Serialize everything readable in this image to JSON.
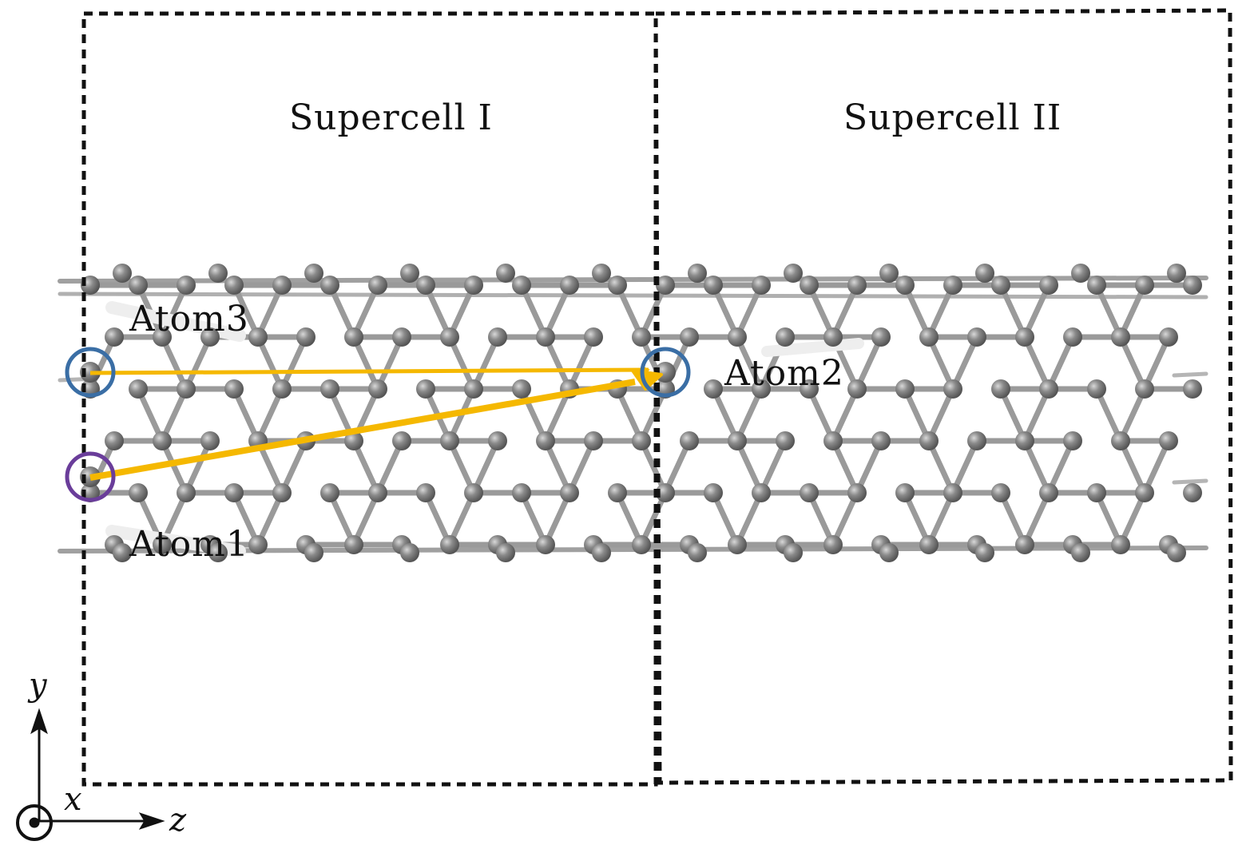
{
  "diagram": {
    "supercells": [
      "Supercell I",
      "Supercell II"
    ],
    "atoms": {
      "atom1": "Atom1",
      "atom2": "Atom2",
      "atom3": "Atom3"
    },
    "axes": {
      "y": "y",
      "x": "x",
      "z": "z"
    },
    "colors": {
      "arrow": "#f5b800",
      "atom1_circle": "#6a3d9a",
      "atom2_circle": "#3a6ea5",
      "atom3_circle": "#3a6ea5",
      "atom": "#7a7a7a",
      "bond": "#9a9a9a",
      "cell_border": "#111111"
    }
  }
}
